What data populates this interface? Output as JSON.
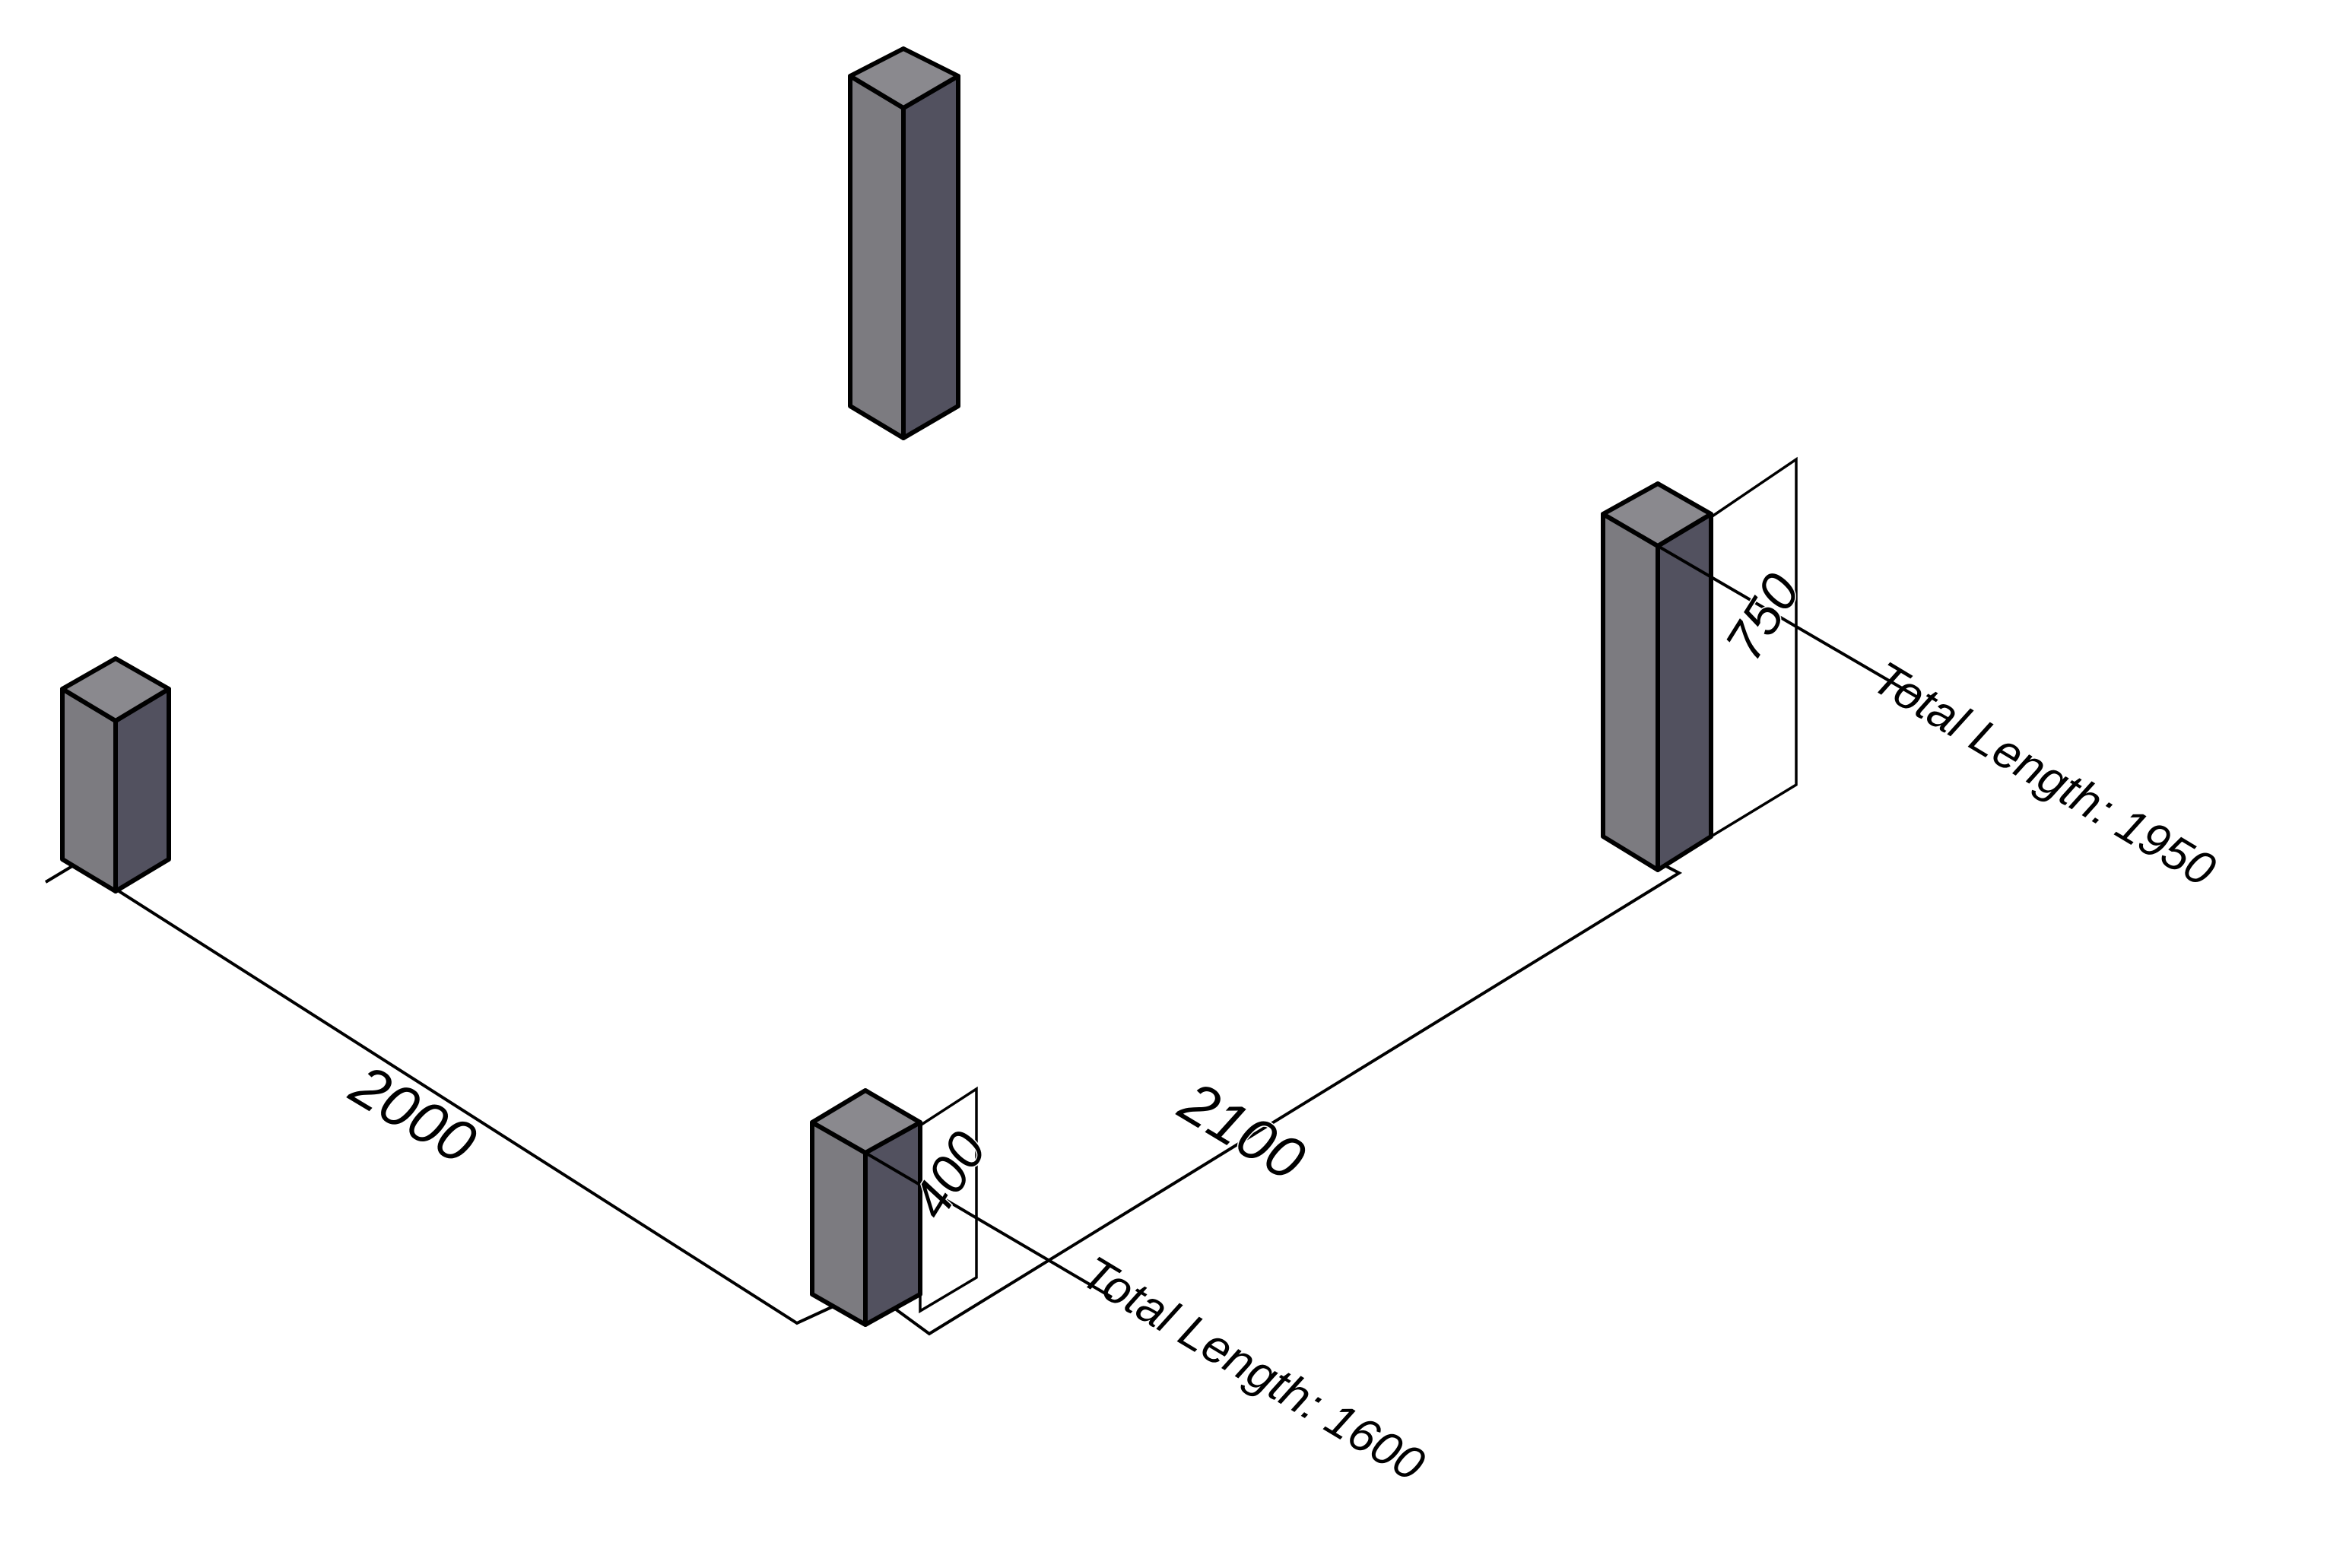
{
  "dimensions": {
    "left_span": "2000",
    "right_span": "2100",
    "front_post_height": "400",
    "right_post_height": "750"
  },
  "totals": {
    "front_post": "Total Length: 1600",
    "right_post": "Total Length: 1950"
  },
  "colors": {
    "post_front": "#7c7b80",
    "post_side": "#52515f",
    "post_top": "#8a898e",
    "line": "#000000",
    "background": "#ffffff"
  }
}
